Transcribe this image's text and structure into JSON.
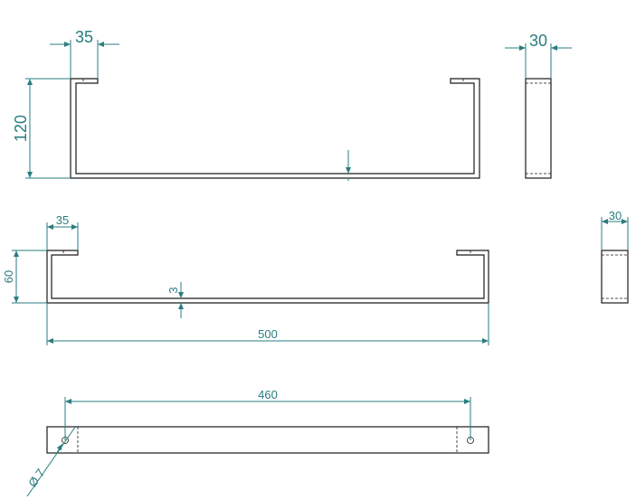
{
  "colors": {
    "part_stroke": "#1a1a1a",
    "dimension": "#2a7d80",
    "background": "#ffffff"
  },
  "views": {
    "front_large": {
      "height_label": "120",
      "flange_label": "35"
    },
    "side_large": {
      "width_label": "30"
    },
    "front_small": {
      "height_label": "60",
      "flange_label": "35",
      "thickness_label": "3",
      "length_label": "500"
    },
    "side_small": {
      "width_label": "30"
    },
    "top": {
      "hole_spacing_label": "460",
      "hole_diameter_label": "Ø 7"
    }
  }
}
